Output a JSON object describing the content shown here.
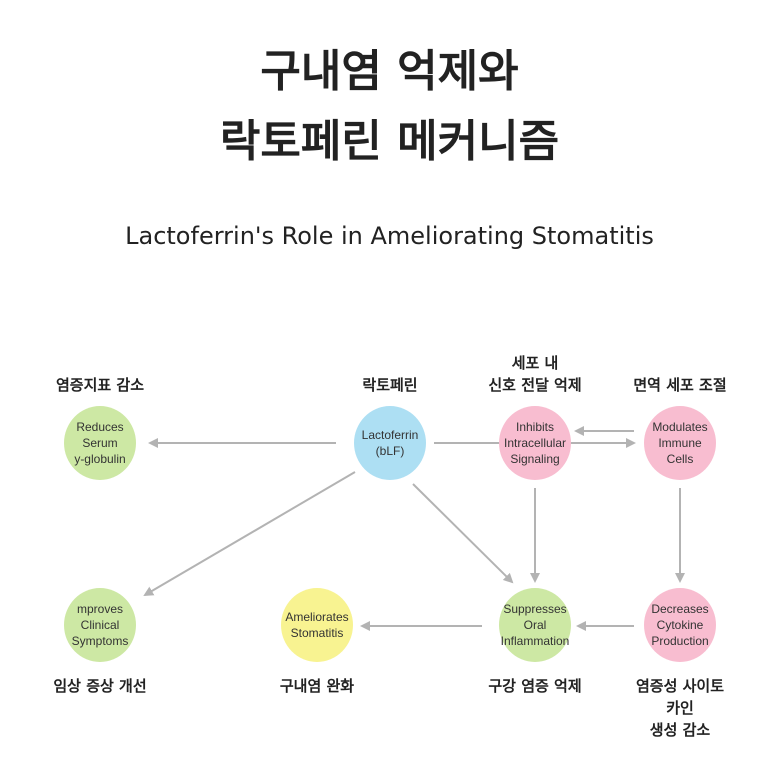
{
  "title": {
    "line1": "구내염 억제와",
    "line2": "락토페린 메커니즘"
  },
  "subtitle": "Lactoferrin's Role in Ameliorating Stomatitis",
  "colors": {
    "green": "#cde8a4",
    "blue": "#addff3",
    "pink": "#f8bdd0",
    "yellow": "#f8f391",
    "arrow": "#b3b3b3"
  },
  "nodes": {
    "reduces": {
      "text": "Reduces\nSerum\ny-globulin",
      "label": "염증지표 감소"
    },
    "lactoferrin": {
      "text": "Lactoferrin\n(bLF)",
      "label": "락토페린"
    },
    "inhibits": {
      "text": "Inhibits\nIntracellular\nSignaling",
      "label": "세포 내\n신호 전달 억제"
    },
    "modulates": {
      "text": "Modulates\nImmune Cells",
      "label": "면역 세포 조절"
    },
    "improves": {
      "text": "mproves\nClinical\nSymptoms",
      "label": "임상 증상 개선"
    },
    "ameliorates": {
      "text": "Ameliorates\nStomatitis",
      "label": "구내염 완화"
    },
    "suppresses": {
      "text": "Suppresses\nOral Inflammation",
      "label": "구강 염증 억제"
    },
    "decreases": {
      "text": "Decreases\nCytokine\nProduction",
      "label": "염증성 사이토카인\n생성 감소"
    }
  }
}
